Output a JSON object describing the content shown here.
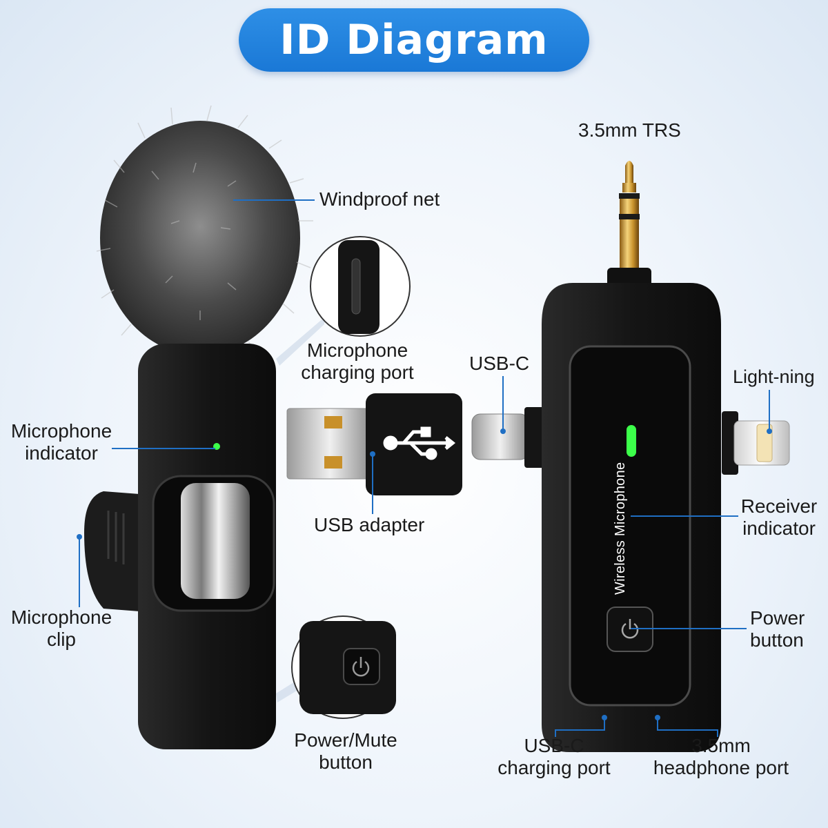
{
  "title": "ID Diagram",
  "labels": {
    "trs": "3.5mm TRS",
    "windproof": "Windproof net",
    "mic_port": [
      "Microphone",
      "charging port"
    ],
    "usbc": "USB-C",
    "lightning": "Light-ning",
    "mic_indicator": [
      "Microphone",
      "indicator"
    ],
    "usb_adapter": "USB adapter",
    "receiver_indicator": [
      "Receiver",
      "indicator"
    ],
    "mic_clip": [
      "Microphone",
      "clip"
    ],
    "power_button": [
      "Power",
      "button"
    ],
    "power_mute": [
      "Power/Mute",
      "button"
    ],
    "usbc_charging": [
      "USB-C",
      "charging port"
    ],
    "headphone_port": [
      "3.5mm",
      "headphone port"
    ]
  },
  "receiver_text": "Wireless Microphone",
  "colors": {
    "title_bg": "#1a78d6",
    "leader_line": "#1f6fc4",
    "indicator_green": "#3cff4a",
    "device_body": "#151515"
  },
  "icons": [
    "usb-icon",
    "power-icon"
  ]
}
